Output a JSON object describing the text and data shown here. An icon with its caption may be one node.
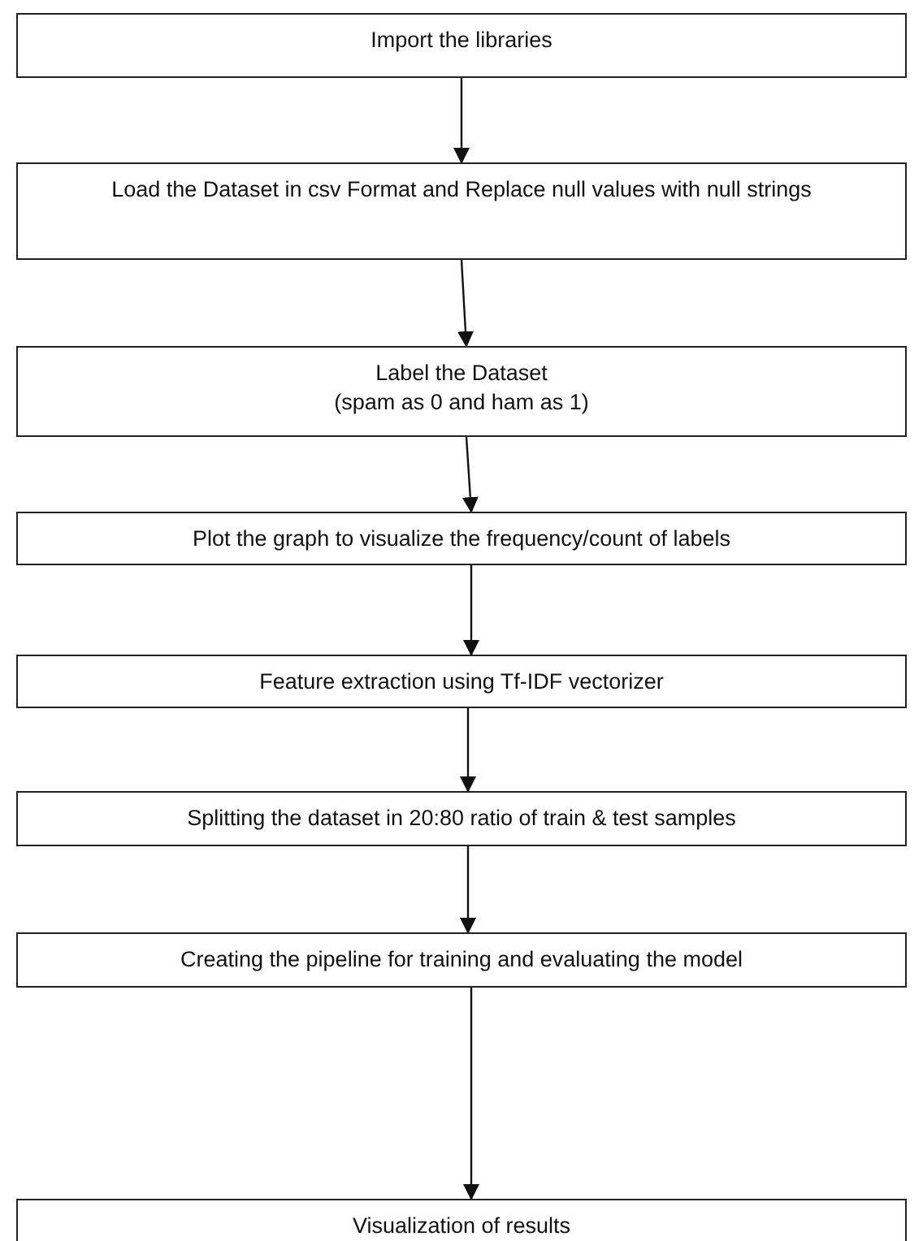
{
  "diagram": {
    "nodes": [
      {
        "text": [
          "Import the libraries"
        ]
      },
      {
        "text": [
          "Load the Dataset in csv Format and Replace null values with null strings"
        ]
      },
      {
        "text": [
          "Label the Dataset",
          "(spam as 0 and ham as 1)"
        ]
      },
      {
        "text": [
          "Plot the graph to visualize the frequency/count of labels"
        ]
      },
      {
        "text": [
          "Feature extraction using Tf-IDF vectorizer"
        ]
      },
      {
        "text": [
          "Splitting the dataset in 20:80 ratio of train & test samples"
        ]
      },
      {
        "text": [
          "Creating the pipeline for training and evaluating the model"
        ]
      },
      {
        "text": [
          "Visualization of results"
        ]
      }
    ],
    "edges": [
      {
        "from": 0,
        "to": 1,
        "arrow": "to"
      },
      {
        "from": 1,
        "to": 2,
        "arrow": "to"
      },
      {
        "from": 2,
        "to": 3,
        "arrow": "to"
      },
      {
        "from": 3,
        "to": 4,
        "arrow": "to"
      },
      {
        "from": 4,
        "to": 5,
        "arrow": "to"
      },
      {
        "from": 5,
        "to": 6,
        "arrow": "to"
      },
      {
        "from": 6,
        "to": 7,
        "arrow": "to"
      }
    ]
  }
}
